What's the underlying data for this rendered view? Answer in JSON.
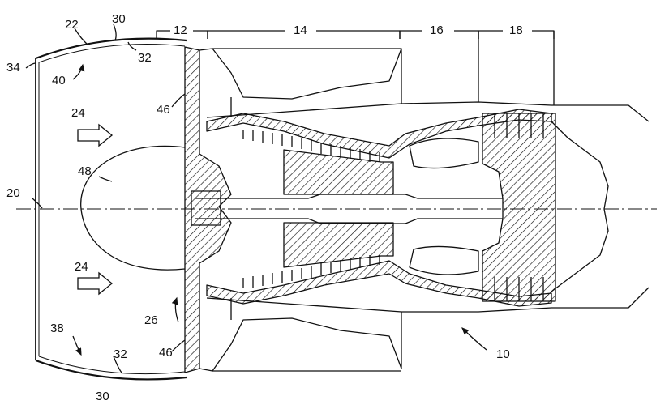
{
  "labels": {
    "l10": "10",
    "l12": "12",
    "l14": "14",
    "l16": "16",
    "l18": "18",
    "l20": "20",
    "l22": "22",
    "l24_top": "24",
    "l24_bottom": "24",
    "l26": "26",
    "l30_top": "30",
    "l30_bottom": "30",
    "l32_top": "32",
    "l32_bottom": "32",
    "l34": "34",
    "l38": "38",
    "l40": "40",
    "l46_top": "46",
    "l46_bottom": "46",
    "l48": "48"
  },
  "style": {
    "stroke": "#111111",
    "background": "#ffffff"
  }
}
